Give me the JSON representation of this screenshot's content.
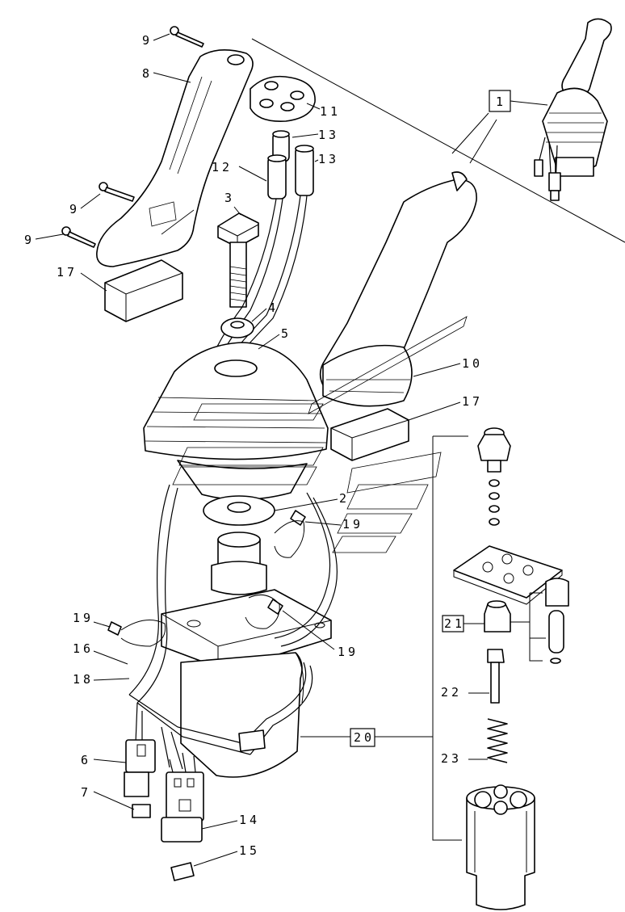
{
  "callouts": {
    "c1": "1",
    "c2": "2",
    "c3": "3",
    "c4": "4",
    "c5": "5",
    "c6": "6",
    "c7": "7",
    "c8": "8",
    "c9a": "9",
    "c9b": "9",
    "c9c": "9",
    "c10": "10",
    "c11": "11",
    "c12": "12",
    "c13a": "13",
    "c13b": "13",
    "c14": "14",
    "c15": "15",
    "c16": "16",
    "c17a": "17",
    "c17b": "17",
    "c18": "18",
    "c19a": "19",
    "c19b": "19",
    "c19c": "19",
    "c20": "20",
    "c21": "21",
    "c22": "22",
    "c23": "23"
  }
}
